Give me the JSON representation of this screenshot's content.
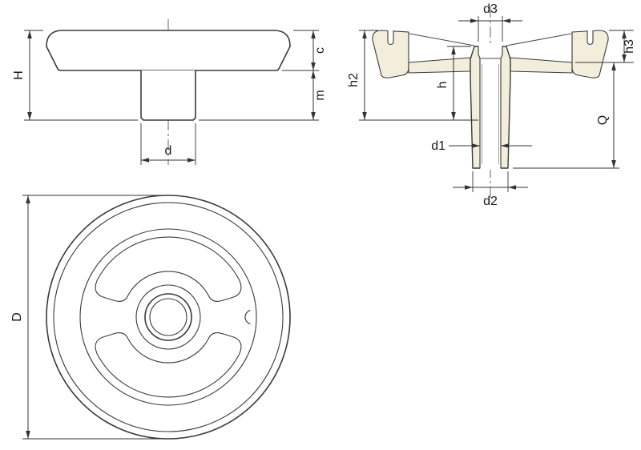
{
  "drawing": {
    "type": "technical-dimension-drawing",
    "subject": "handwheel",
    "colors": {
      "line": "#3a3a3a",
      "dimension": "#333333",
      "section_fill": "#f3eedb",
      "background": "#ffffff"
    },
    "side_view": {
      "labels": {
        "H": "H",
        "c": "c",
        "m": "m",
        "d": "d"
      }
    },
    "section_view": {
      "labels": {
        "d3": "d3",
        "h3": "h3",
        "h2": "h2",
        "h": "h",
        "Q": "Q",
        "d1": "d1",
        "d2": "d2"
      }
    },
    "front_view": {
      "labels": {
        "D": "D"
      }
    }
  }
}
